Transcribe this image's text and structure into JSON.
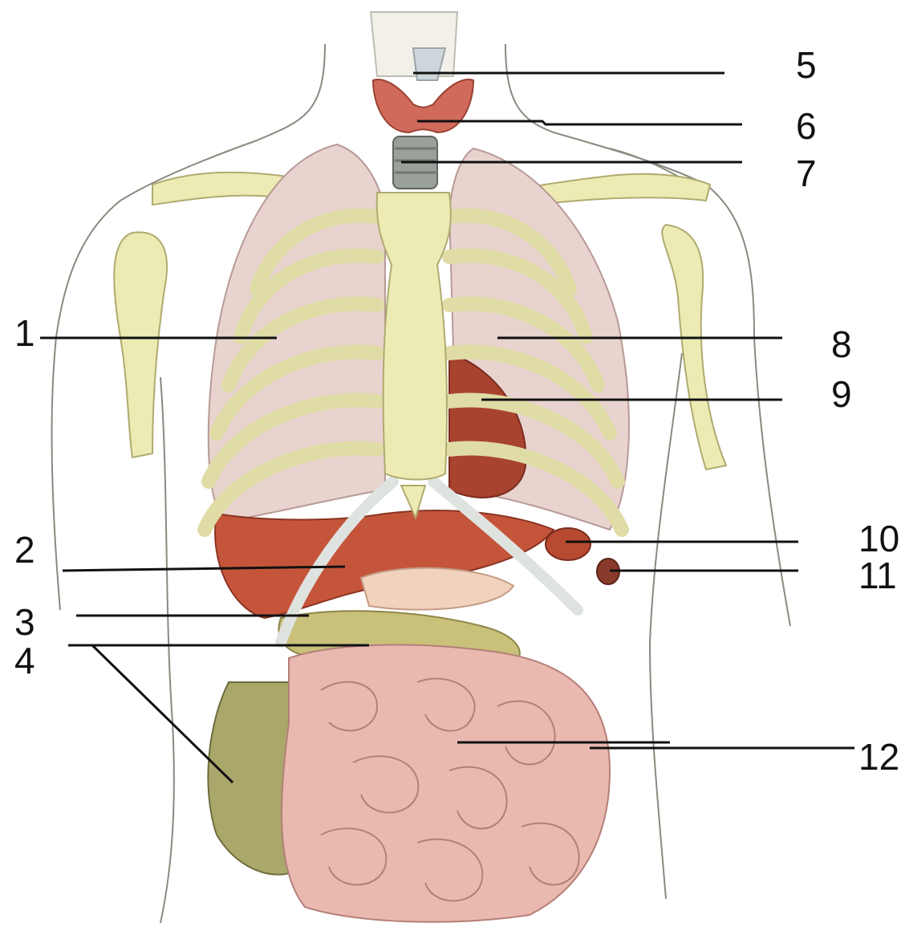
{
  "labels": {
    "l1": "1",
    "l2": "2",
    "l3": "3",
    "l4": "4",
    "l5": "5",
    "l6": "6",
    "l7": "7",
    "l8": "8",
    "l9": "9",
    "l10": "10",
    "l11": "11",
    "l12": "12"
  },
  "colors": {
    "skin_outline": "#8a8a80",
    "bone": "#ecebb4",
    "cartilage": "#dfe3e0",
    "lung": "#e8d3cf",
    "liver": "#c5553a",
    "heart": "#a8432f",
    "intestine": "#e9b9b0",
    "colon": "#c9c07a",
    "thyroid": "#d06a5a",
    "leader": "#111111"
  }
}
